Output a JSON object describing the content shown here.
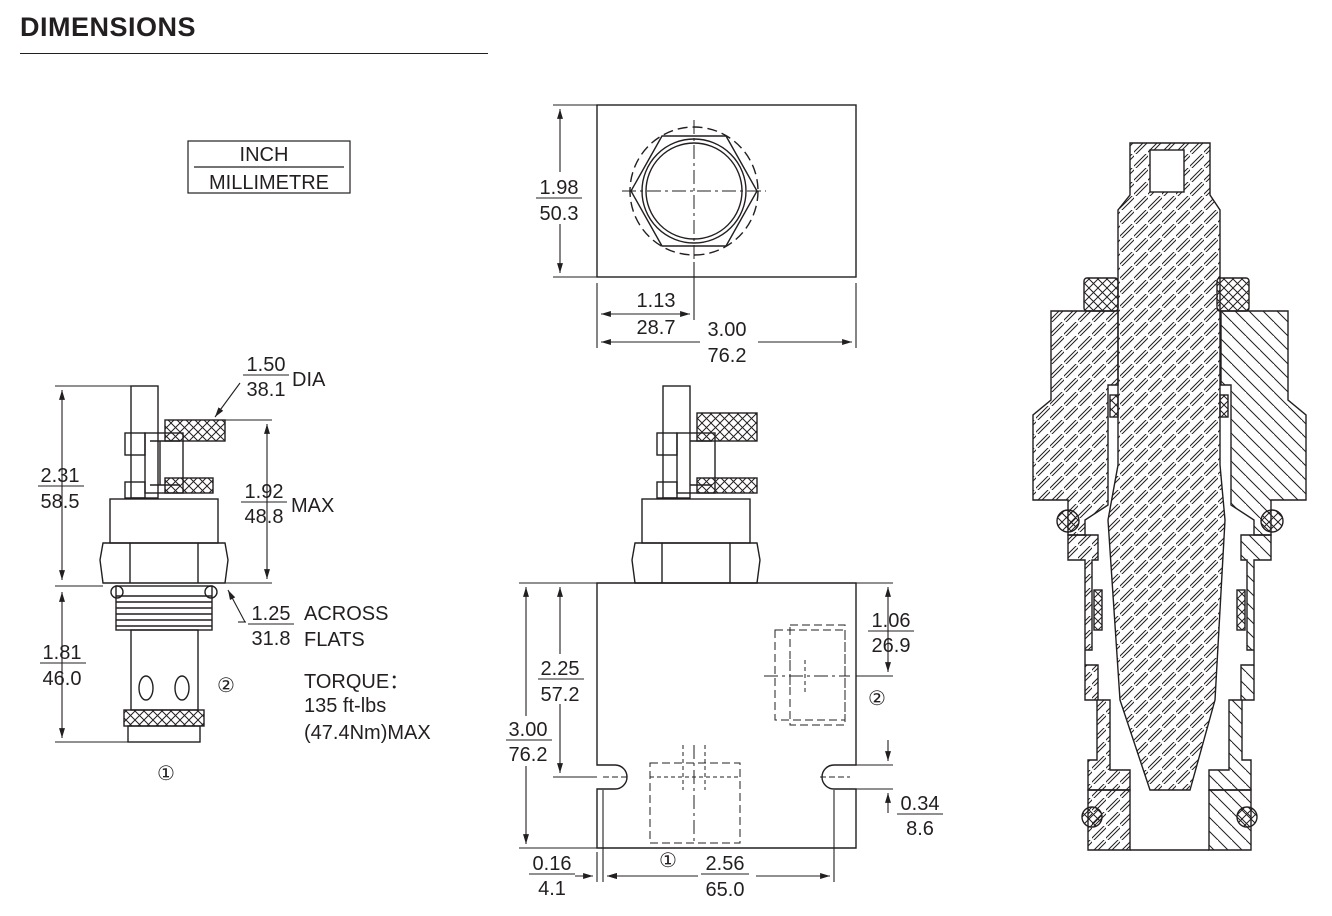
{
  "title": "DIMENSIONS",
  "units_legend": {
    "upper": "INCH",
    "lower": "MILLIMETRE"
  },
  "side_view": {
    "overall_height": {
      "inch": "2.31",
      "mm": "58.5"
    },
    "lower_height": {
      "inch": "1.81",
      "mm": "46.0"
    },
    "coil_dia": {
      "inch": "1.50",
      "mm": "38.1",
      "suffix": "DIA"
    },
    "coil_height": {
      "inch": "1.92",
      "mm": "48.8",
      "suffix": "MAX"
    },
    "hex": {
      "inch": "1.25",
      "mm": "31.8",
      "suffix1": "ACROSS",
      "suffix2": "FLATS"
    },
    "torque": {
      "line1": "TORQUE：",
      "line2": "135 ft-lbs",
      "line3": "(47.4Nm)MAX"
    },
    "port1": "①",
    "port2": "②"
  },
  "top_view": {
    "height": {
      "inch": "1.98",
      "mm": "50.3"
    },
    "center_offset": {
      "inch": "1.13",
      "mm": "28.7"
    },
    "width": {
      "inch": "3.00",
      "mm": "76.2"
    }
  },
  "front_view": {
    "body_height": {
      "inch": "3.00",
      "mm": "76.2"
    },
    "cav_depth": {
      "inch": "2.25",
      "mm": "57.2"
    },
    "port2_offset": {
      "inch": "1.06",
      "mm": "26.9"
    },
    "mount_offset": {
      "inch": "0.34",
      "mm": "8.6"
    },
    "edge_offset": {
      "inch": "0.16",
      "mm": "4.1"
    },
    "mount_spacing": {
      "inch": "2.56",
      "mm": "65.0"
    },
    "port1": "①",
    "port2": "②"
  }
}
